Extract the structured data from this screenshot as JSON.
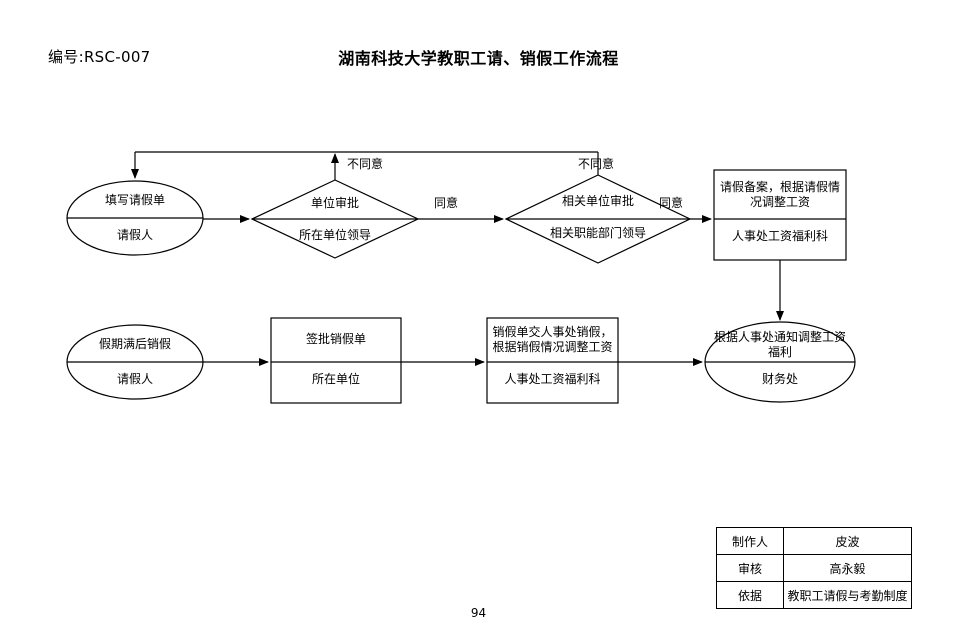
{
  "header": {
    "doc_code": "编号:RSC-007",
    "title": "湖南科技大学教职工请、销假工作流程"
  },
  "footer": {
    "page_number": "94"
  },
  "flow": {
    "nodes": [
      {
        "id": "fill-leave-form",
        "shape": "ellipse",
        "action": "填写请假单",
        "owner": "请假人"
      },
      {
        "id": "unit-approval",
        "shape": "diamond",
        "action": "单位审批",
        "owner": "所在单位领导"
      },
      {
        "id": "related-unit-approval",
        "shape": "diamond",
        "action": "相关单位审批",
        "owner": "相关职能部门领导"
      },
      {
        "id": "leave-record",
        "shape": "rect",
        "action": "请假备案，根据请假情况调整工资",
        "owner": "人事处工资福利科"
      },
      {
        "id": "cancel-leave-after-expiry",
        "shape": "ellipse",
        "action": "假期满后销假",
        "owner": "请假人"
      },
      {
        "id": "sign-cancel-form",
        "shape": "rect",
        "action": "签批销假单",
        "owner": "所在单位"
      },
      {
        "id": "submit-cancel-form",
        "shape": "rect",
        "action": "销假单交人事处销假，根据销假情况调整工资",
        "owner": "人事处工资福利科"
      },
      {
        "id": "adjust-salary-benefit",
        "shape": "ellipse",
        "action": "根据人事处通知调整工资福利",
        "owner": "财务处"
      }
    ],
    "edge_labels": {
      "disagree_1": "不同意",
      "disagree_2": "不同意",
      "agree_1": "同意",
      "agree_2": "同意"
    }
  },
  "signoff": {
    "rows": [
      {
        "label": "制作人",
        "value": "皮波"
      },
      {
        "label": "审核",
        "value": "高永毅"
      },
      {
        "label": "依据",
        "value": "教职工请假与考勤制度"
      }
    ]
  },
  "colors": {
    "stroke": "#000000",
    "background": "#ffffff"
  }
}
